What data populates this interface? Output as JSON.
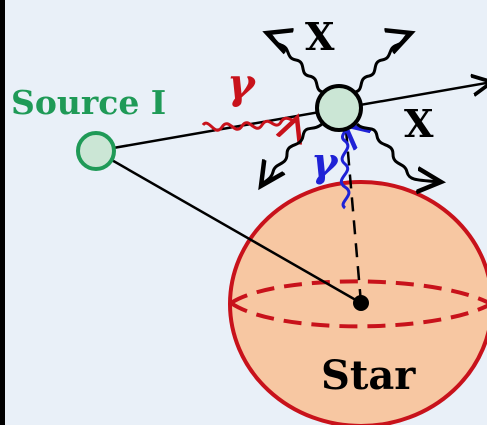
{
  "labels": {
    "source": "Source I",
    "gamma_incoming": "γ",
    "gamma_star": "γ",
    "x_top": "X",
    "x_right": "X",
    "star": "Star"
  },
  "colors": {
    "background": "#e9f0f8",
    "source_text": "#1f9a57",
    "source_stroke": "#1f9a57",
    "source_fill": "#cbe6d5",
    "gamma_incoming": "#c8121b",
    "gamma_star": "#1f22d6",
    "star_fill": "#f7c7a2",
    "star_stroke": "#c8121b",
    "interaction_fill": "#cbe6d5",
    "line": "#000000"
  },
  "icons": {
    "arrow": "arrowhead-icon",
    "wavy_photon": "wavy-photon-icon"
  }
}
